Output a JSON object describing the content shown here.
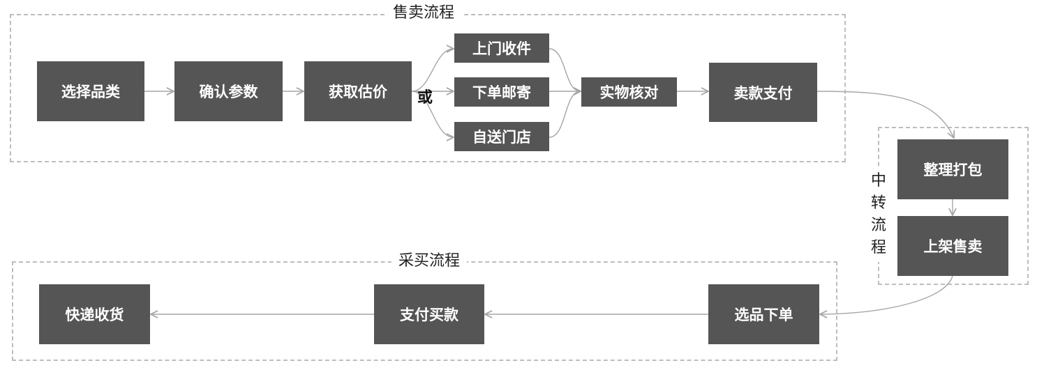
{
  "groups": {
    "selling": "售卖流程",
    "transfer": "中转流程",
    "buying": "采买流程"
  },
  "selling": {
    "select_category": "选择品类",
    "confirm_params": "确认参数",
    "get_quote": "获取估价",
    "or_label": "或",
    "home_pickup": "上门收件",
    "mail_order": "下单邮寄",
    "store_dropoff": "自送门店",
    "verify_item": "实物核对",
    "seller_payment": "卖款支付"
  },
  "transfer": {
    "pack": "整理打包",
    "list_for_sale": "上架售卖"
  },
  "buying": {
    "select_order": "选品下单",
    "pay": "支付买款",
    "receive": "快递收货"
  },
  "colors": {
    "box_fill": "#555555",
    "box_text": "#ffffff",
    "dashed_border": "#bdbdbd",
    "arrow": "#a6a6a6"
  }
}
